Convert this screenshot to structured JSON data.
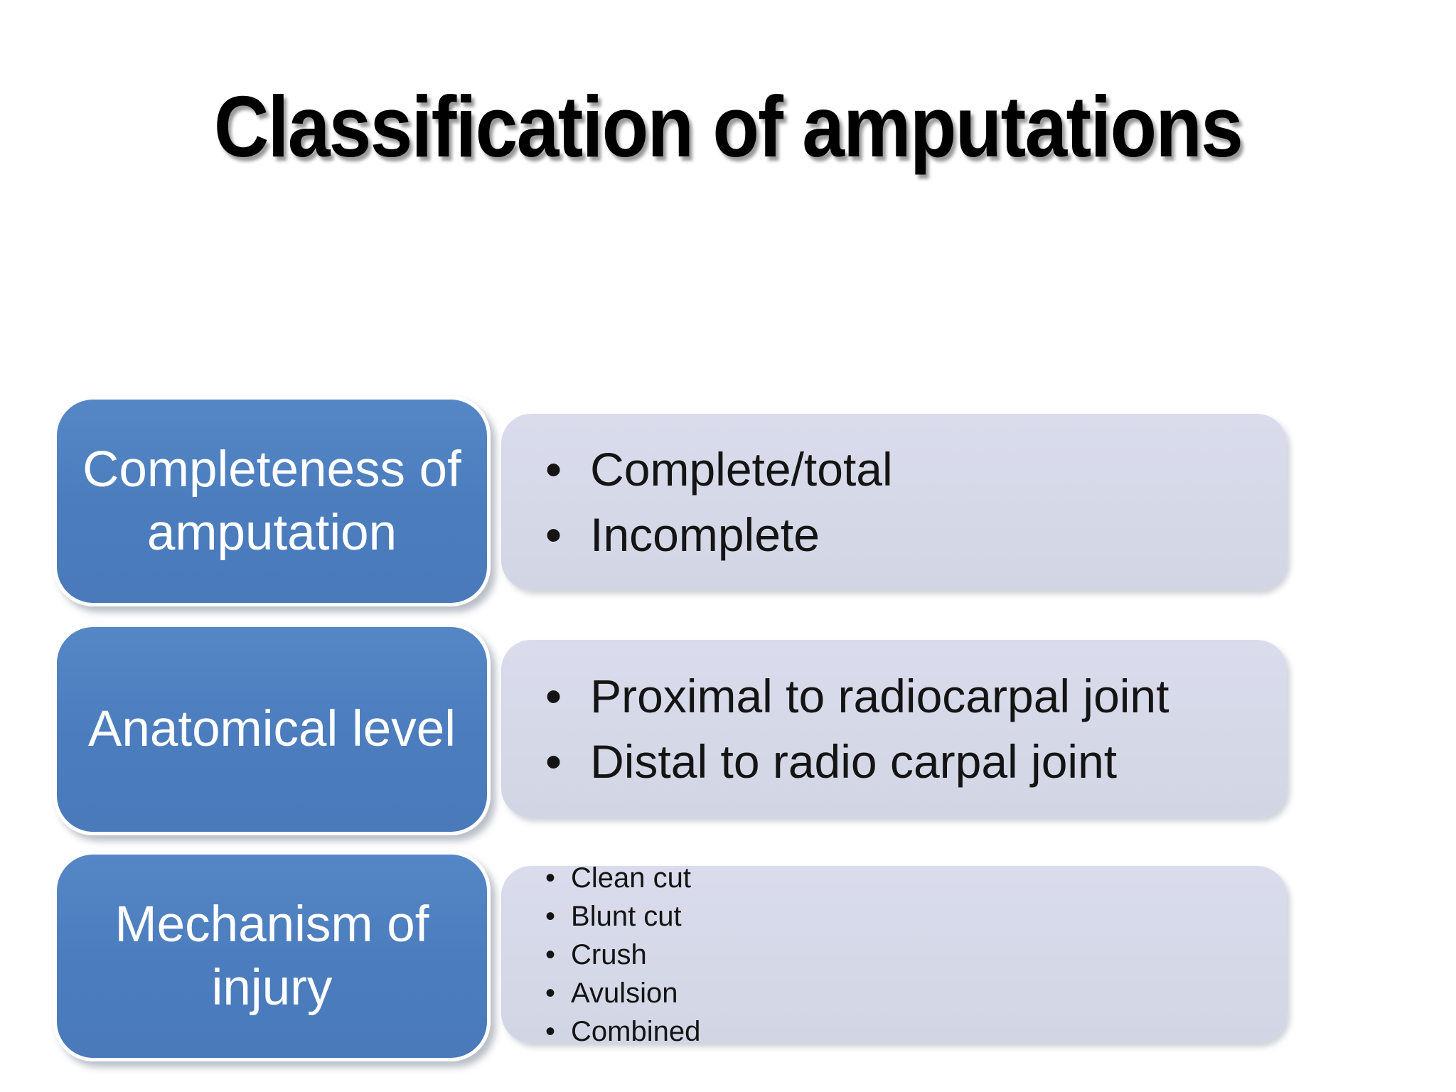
{
  "slide": {
    "title": "Classification of amputations",
    "bullet_glyph": "•",
    "colors": {
      "category_fill_blue": "#4b7cbd",
      "detail_fill_lavender": "#d5d8e7",
      "category_text": "#ffffff",
      "detail_text": "#141414",
      "title_text": "#000000",
      "background": "#ffffff"
    },
    "rows": [
      {
        "category": "Completeness of amputation",
        "items": [
          "Complete/total",
          "Incomplete"
        ]
      },
      {
        "category": "Anatomical level",
        "items": [
          "Proximal to radiocarpal joint",
          "Distal to radio carpal joint"
        ]
      },
      {
        "category": "Mechanism of injury",
        "items": [
          "Clean cut",
          "Blunt cut",
          "Crush",
          "Avulsion",
          "Combined"
        ]
      }
    ]
  }
}
